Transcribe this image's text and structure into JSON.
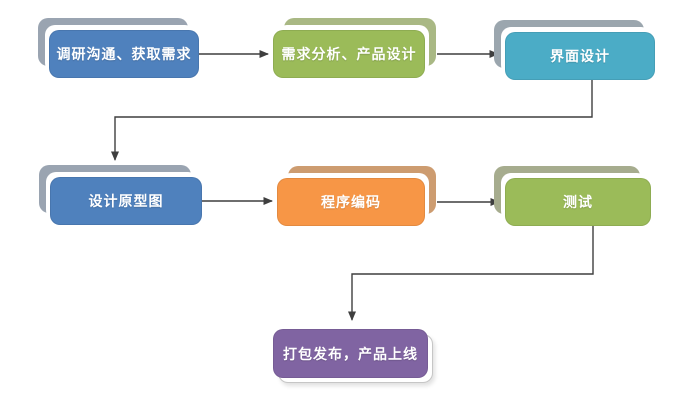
{
  "diagram": {
    "type": "flowchart",
    "background_color": "#ffffff",
    "connector_color": "#3f3f3f",
    "label_text_color": "#ffffff",
    "nodes": [
      {
        "id": "research-communication",
        "label": "调研沟通、获取需求",
        "fill": "#4f81bd",
        "back_fill": "#9aa4b1",
        "stack": "up-left"
      },
      {
        "id": "requirements-analysis",
        "label": "需求分析、产品设计",
        "fill": "#9bbb59",
        "back_fill": "#a9b884",
        "stack": "up-right"
      },
      {
        "id": "ui-design",
        "label": "界面设计",
        "fill": "#4bacc6",
        "back_fill": "#9ba6ae",
        "stack": "up-left"
      },
      {
        "id": "prototype-design",
        "label": "设计原型图",
        "fill": "#4f81bd",
        "back_fill": "#9aa4b1",
        "stack": "up-left"
      },
      {
        "id": "coding",
        "label": "程序编码",
        "fill": "#f79646",
        "back_fill": "#cd9c70",
        "stack": "up-right"
      },
      {
        "id": "testing",
        "label": "测试",
        "fill": "#9bbb59",
        "back_fill": "#a6ac8e",
        "stack": "up-left"
      },
      {
        "id": "release",
        "label": "打包发布，产品上线",
        "fill": "#8064a2",
        "back_fill": "#ffffff",
        "stack": "down-right"
      }
    ],
    "edges": [
      {
        "from": "research-communication",
        "to": "requirements-analysis"
      },
      {
        "from": "requirements-analysis",
        "to": "ui-design"
      },
      {
        "from": "ui-design",
        "to": "prototype-design"
      },
      {
        "from": "prototype-design",
        "to": "coding"
      },
      {
        "from": "coding",
        "to": "testing"
      },
      {
        "from": "testing",
        "to": "release"
      }
    ]
  }
}
